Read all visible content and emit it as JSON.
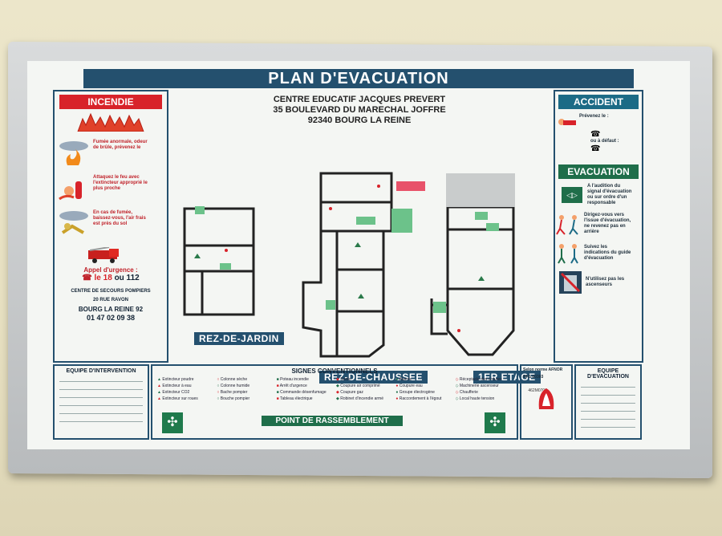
{
  "title": "PLAN  D'EVACUATION",
  "address": [
    "CENTRE EDUCATIF JACQUES PREVERT",
    "35 BOULEVARD DU MARECHAL JOFFRE",
    "92340 BOURG LA REINE"
  ],
  "left": {
    "header": "INCENDIE",
    "steps": [
      "Fumée anormale, odeur de brûle, prévenez le",
      "Attaquez le feu avec l'extincteur approprié le plus proche",
      "En cas de fumée, baissez-vous, l'air frais est près du sol"
    ],
    "urgent_label": "Appel d'urgence :",
    "urgent_18": "le 18",
    "urgent_or": "ou 112",
    "secours": "CENTRE DE SECOURS POMPIERS",
    "rue": "20 RUE RAVON",
    "ville": "BOURG LA REINE 92",
    "tel": "01 47 02 09 38"
  },
  "right": {
    "accident": "ACCIDENT",
    "prevenez": "Prévenez le :",
    "defaut": "ou à défaut :",
    "evacuation": "EVACUATION",
    "ev_steps": [
      "A l'audition du signal d'évacuation ou sur ordre d'un responsable",
      "Dirigez-vous vers l'issue d'évacuation, ne revenez pas en arrière",
      "Suivez les indications du guide d'évacuation",
      "N'utilisez pas les ascenseurs"
    ]
  },
  "floors": {
    "jardin": "REZ-DE-JARDIN",
    "chaussee": "REZ-DE-CHAUSSEE",
    "etage": "1ER  ETAGE"
  },
  "plan_code": "462M0701",
  "bottom": {
    "equipe_intervention": "EQUIPE D'INTERVENTION",
    "signes": "SIGNES CONVENTIONNELS",
    "rassemblement": "POINT DE RASSEMBLEMENT",
    "norme": "Selon norme AFNOR",
    "norme2": "NFS 60303",
    "equipe_evacuation": "EQUIPE D'EVACUATION"
  },
  "legend": [
    [
      "Extincteur poudre",
      "Colonne sèche",
      "Poteau incendie",
      "Sortie",
      "Alarme",
      "Réceptacle des ordures"
    ],
    [
      "Extincteur à eau",
      "Colonne humide",
      "Arrêt d'urgence",
      "Coupure air comprimé",
      "Coupure eau",
      "Machinerie ascenseur"
    ],
    [
      "Extincteur CO2",
      "Bache pompier",
      "Commande désenfumage",
      "Coupure gaz",
      "Groupe électrogène",
      "Chaufferie"
    ],
    [
      "Extincteur sur roues",
      "Bouche pompier",
      "Tableau électrique",
      "Robinet d'incendie armé",
      "Raccordement à l'égout",
      "Local haute tension"
    ]
  ],
  "colors": {
    "navy": "#24506e",
    "red": "#d8232a",
    "green": "#1f6e4a"
  }
}
